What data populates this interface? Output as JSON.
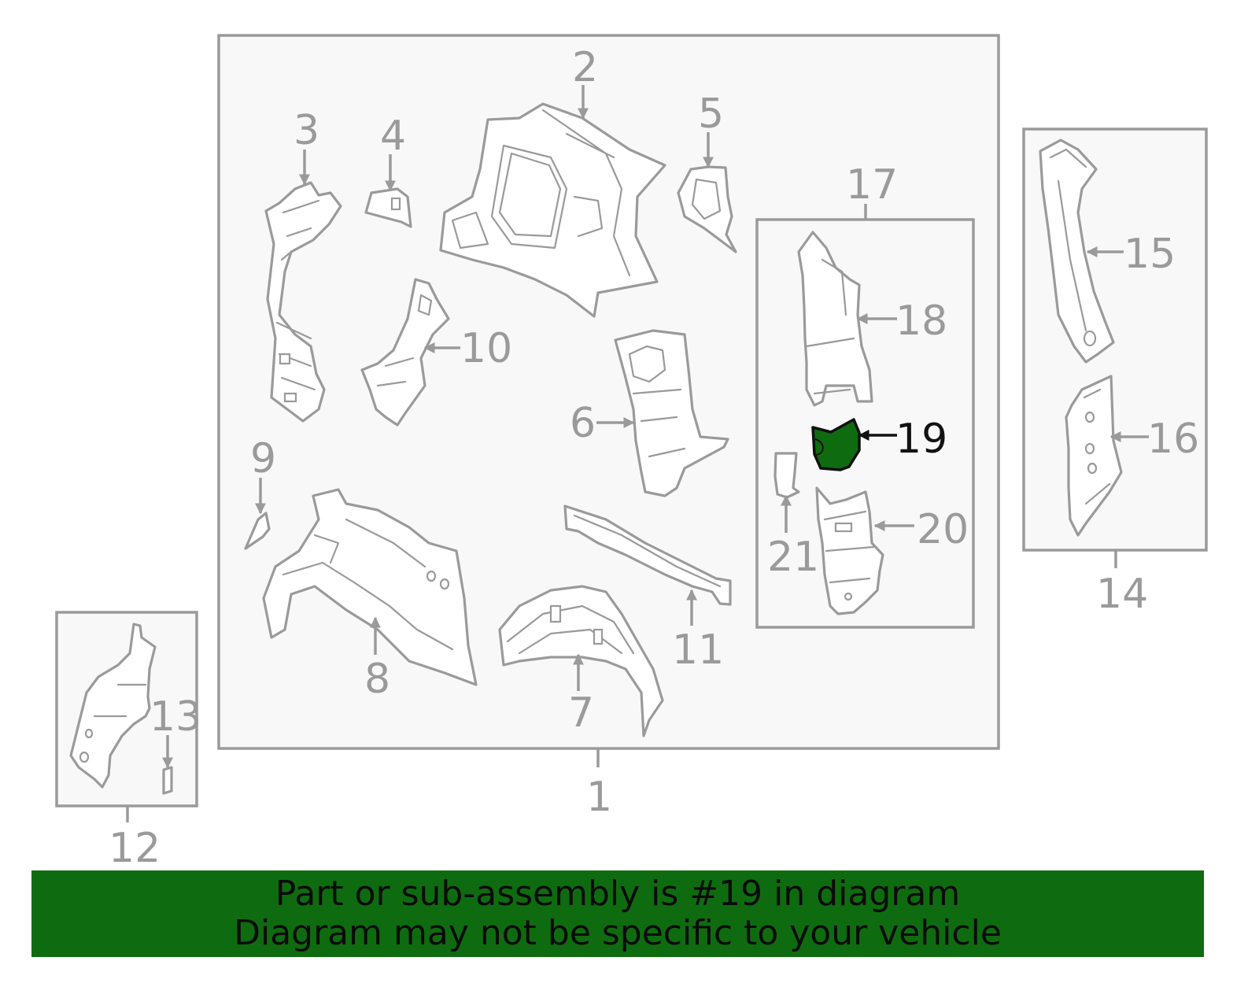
{
  "labels": {
    "p1": "1",
    "p2": "2",
    "p3": "3",
    "p4": "4",
    "p5": "5",
    "p6": "6",
    "p7": "7",
    "p8": "8",
    "p9": "9",
    "p10": "10",
    "p11": "11",
    "p12": "12",
    "p13": "13",
    "p14": "14",
    "p15": "15",
    "p16": "16",
    "p17": "17",
    "p18": "18",
    "p19": "19",
    "p20": "20",
    "p21": "21"
  },
  "highlight": {
    "part": "19",
    "fill": "#0f6b0f"
  },
  "banner": {
    "line1": "Part or sub-assembly is #19 in diagram",
    "line2": "Diagram may not be specific to your vehicle",
    "color": "#0f6b0f"
  },
  "colors": {
    "outline": "#9a9a9a",
    "box_fill": "#f8f8f8",
    "highlight_outline": "#111111"
  }
}
